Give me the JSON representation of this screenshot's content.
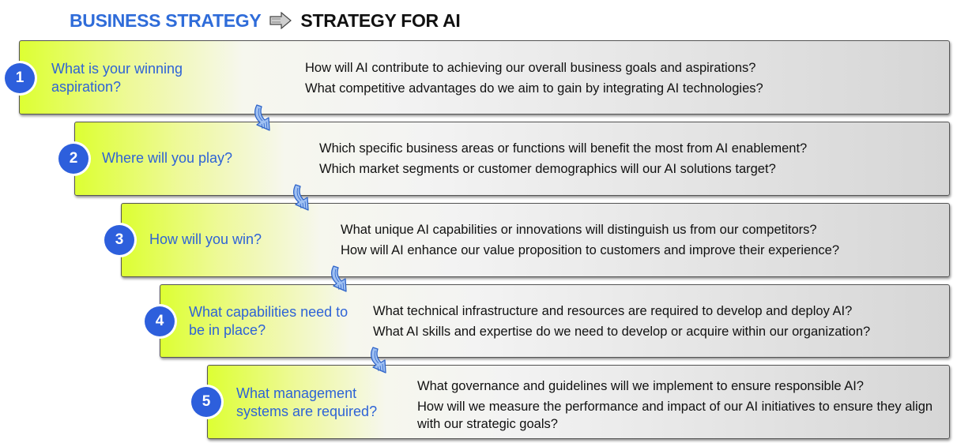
{
  "header": {
    "left": "BUSINESS STRATEGY",
    "right": "STRATEGY FOR AI",
    "arrow_icon": "right-arrow-icon"
  },
  "colors": {
    "accent_blue": "#2d5fdc",
    "gradient_start": "#ddff33",
    "gradient_end": "#d6d6d6"
  },
  "steps": [
    {
      "number": "1",
      "question": "What is your winning aspiration?",
      "answers": [
        "How will AI contribute to achieving our overall business goals and aspirations?",
        "What competitive advantages do we aim to gain by integrating AI technologies?"
      ]
    },
    {
      "number": "2",
      "question": "Where will you play?",
      "answers": [
        "Which specific business areas or functions will benefit the most from AI enablement?",
        "Which market segments or customer demographics will our AI solutions target?"
      ]
    },
    {
      "number": "3",
      "question": "How will you win?",
      "answers": [
        "What unique AI capabilities or innovations will distinguish us from our competitors?",
        "How will AI enhance our value proposition to customers and improve their experience?"
      ]
    },
    {
      "number": "4",
      "question": "What capabilities need to be in place?",
      "answers": [
        "What technical infrastructure and resources are required to develop and deploy AI?",
        "What AI skills and expertise do we need to develop or acquire within our organization?"
      ]
    },
    {
      "number": "5",
      "question": "What management systems are required?",
      "answers": [
        "What governance and guidelines will we implement to ensure responsible AI?",
        "How will we measure the performance and impact of our AI initiatives to ensure they align with our strategic goals?"
      ]
    }
  ],
  "connector_icon": "curved-down-arrow-icon"
}
